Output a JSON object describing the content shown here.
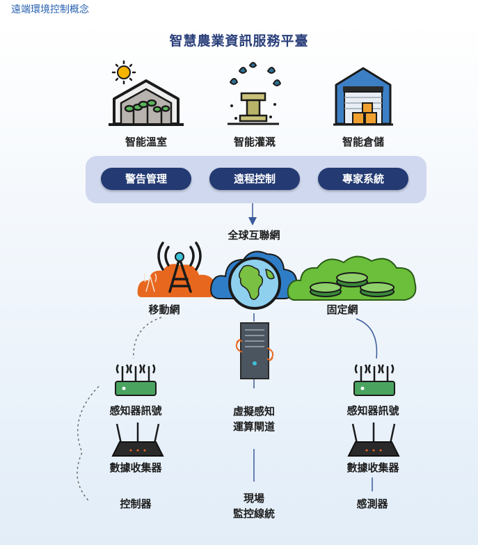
{
  "caption": "遠端環境控制概念",
  "title": "智慧農業資訊服務平臺",
  "top_services": [
    {
      "label": "智能溫室",
      "icon": "greenhouse-icon"
    },
    {
      "label": "智能灌溉",
      "icon": "irrigation-icon"
    },
    {
      "label": "智能倉儲",
      "icon": "warehouse-icon"
    }
  ],
  "management": [
    "警告管理",
    "遠程控制",
    "專家系統"
  ],
  "networks": {
    "internet": "全球互聯網",
    "mobile": "移動網",
    "fixed": "固定網"
  },
  "left_column": {
    "sensor": "感知器訊號",
    "collector": "數據收集器",
    "device": "控制器"
  },
  "right_column": {
    "sensor": "感知器訊號",
    "collector": "數據收集器",
    "device": "感測器"
  },
  "center_column": {
    "gateway_line1": "虛擬感知",
    "gateway_line2": "運算閘道",
    "monitor_line1": "現場",
    "monitor_line2": "監控線統"
  },
  "colors": {
    "navy": "#233a72",
    "band": "#cfd8ee",
    "mobile_cloud": "#e8671e",
    "internet_cloud": "#2f7dc7",
    "fixed_cloud": "#6bbf3a",
    "device_green": "#4aa460",
    "title_blue": "#2a3f7a"
  }
}
